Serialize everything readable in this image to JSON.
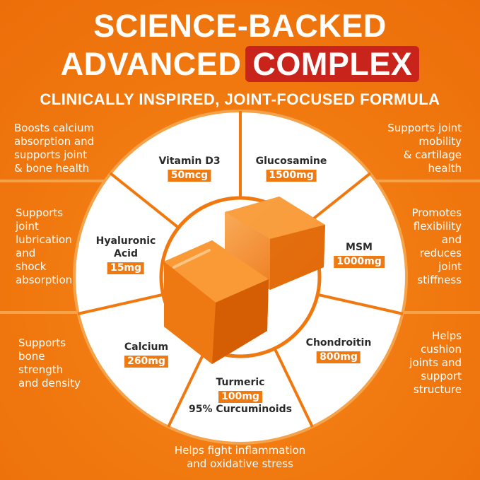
{
  "colors": {
    "background": "#F0780F",
    "highlight": "#C8241B",
    "wheel": "#FFFFFF",
    "dose_badge": "#F07A12",
    "gummy": "#F58A1E"
  },
  "header": {
    "line1": "SCIENCE-BACKED",
    "line2_prefix": "ADVANCED",
    "line2_highlight": "COMPLEX",
    "subtitle": "CLINICALLY INSPIRED, JOINT-FOCUSED FORMULA"
  },
  "benefits": {
    "top_left": "Boosts calcium\nabsorption and\nsupports joint\n& bone health",
    "top_right": "Supports joint\nmobility\n& cartilage\nhealth",
    "mid_left": "Supports\njoint\nlubrication\nand\nshock\nabsorption",
    "mid_right": "Promotes\nflexibility\nand\nreduces\njoint\nstiffness",
    "low_left": "Supports\nbone\nstrength\nand density",
    "low_right": "Helps\ncushion\njoints and\nsupport\nstructure",
    "bottom": "Helps fight inflammation\nand oxidative stress"
  },
  "ingredients": {
    "vitamin_d3": {
      "name": "Vitamin D3",
      "dose": "50mcg"
    },
    "glucosamine": {
      "name": "Glucosamine",
      "dose": "1500mg"
    },
    "hyaluronic_acid": {
      "name": "Hyaluronic\nAcid",
      "dose": "15mg"
    },
    "msm": {
      "name": "MSM",
      "dose": "1000mg"
    },
    "calcium": {
      "name": "Calcium",
      "dose": "260mg"
    },
    "chondroitin": {
      "name": "Chondroitin",
      "dose": "800mg"
    },
    "turmeric": {
      "name": "Turmeric",
      "dose": "100mg",
      "extra": "95% Curcuminoids"
    }
  }
}
